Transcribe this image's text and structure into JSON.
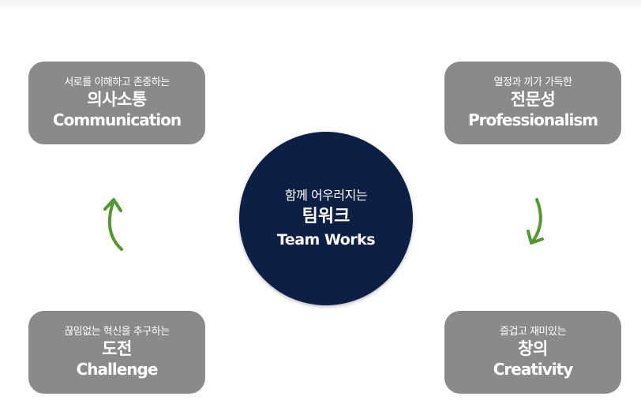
{
  "colors": {
    "box": "#8a8a8a",
    "center": "#0e1f45",
    "arrow": "#4f9a2e",
    "text": "#ffffff"
  },
  "center": {
    "subtitle": "함께 어우러지는",
    "title_ko": "팀워크",
    "title_en": "Team Works"
  },
  "values": {
    "communication": {
      "subtitle": "서로를 이해하고 존중하는",
      "title_ko": "의사소통",
      "title_en": "Communication"
    },
    "professionalism": {
      "subtitle": "열정과 끼가 가득한",
      "title_ko": "전문성",
      "title_en": "Professionalism"
    },
    "challenge": {
      "subtitle": "끊임없는 혁신을 추구하는",
      "title_ko": "도전",
      "title_en": "Challenge"
    },
    "creativity": {
      "subtitle": "즐겁고 재미있는",
      "title_ko": "창의",
      "title_en": "Creativity"
    }
  },
  "icons": {
    "arrow_left": "curved-up-arrow-icon",
    "arrow_right": "curved-down-arrow-icon"
  }
}
